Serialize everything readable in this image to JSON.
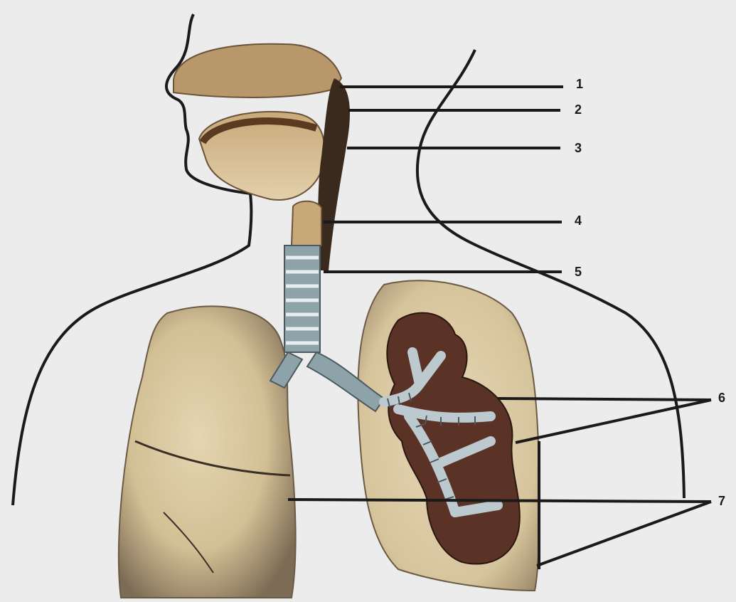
{
  "colors": {
    "background": "#ececec",
    "outline": "#1a1a1a",
    "nasal_tan": "#b8976a",
    "oral_tan": "#d3b98f",
    "pharynx_dark": "#3a2a1e",
    "trachea_blue": "#8ea2aa",
    "lung_beige": "#d8c7a0",
    "lung_shadow": "#7b6a55",
    "bronchi_dark": "#5a3326"
  },
  "labels": [
    {
      "id": "1",
      "text": "1"
    },
    {
      "id": "2",
      "text": "2"
    },
    {
      "id": "3",
      "text": "3"
    },
    {
      "id": "4",
      "text": "4"
    },
    {
      "id": "5",
      "text": "5"
    },
    {
      "id": "6",
      "text": "6"
    },
    {
      "id": "7",
      "text": "7"
    }
  ]
}
